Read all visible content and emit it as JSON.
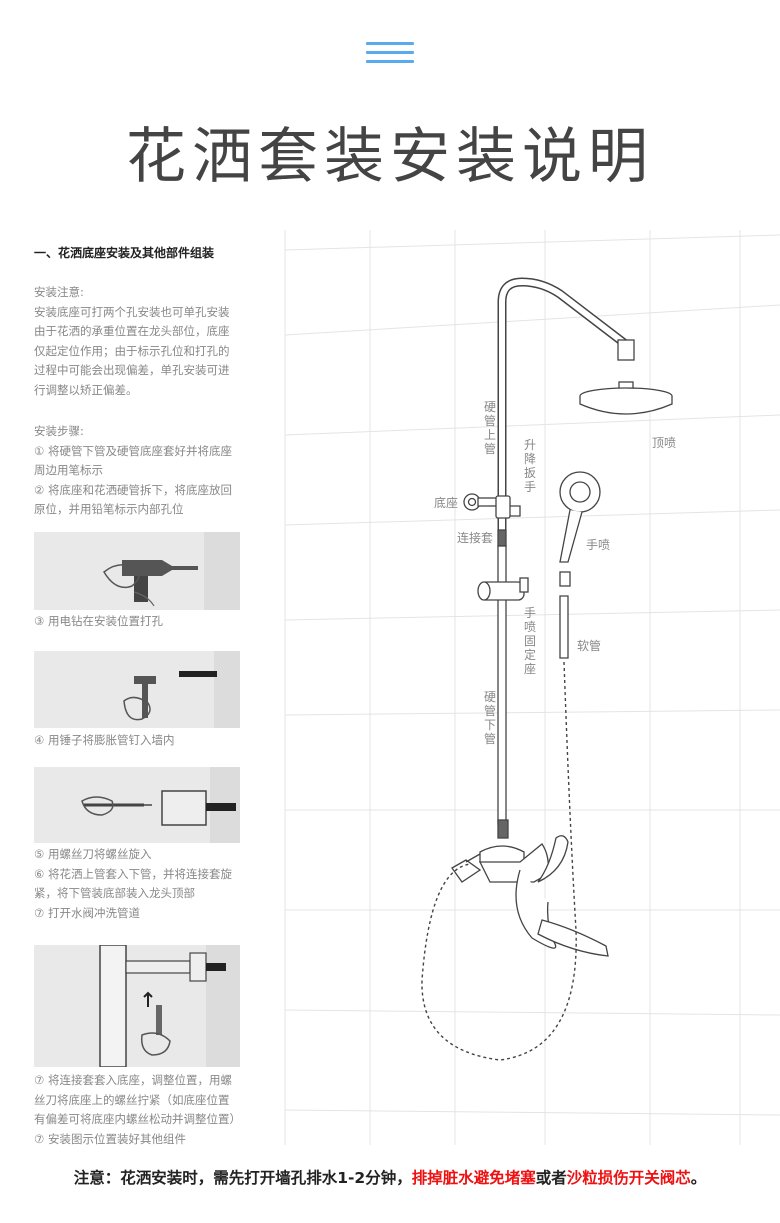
{
  "title": "花洒套装安装说明",
  "section": "一、花洒底座安装及其他部件组装",
  "notes": {
    "heading": "安装注意:",
    "lines": [
      "安装底座可打两个孔安装也可单孔安装",
      "由于花洒的承重位置在龙头部位，底座",
      "仅起定位作用；由于标示孔位和打孔的",
      "过程中可能会出现偏差，单孔安装可进",
      "行调整以矫正偏差。"
    ]
  },
  "steps": {
    "heading": "安装步骤:",
    "lines": [
      "① 将硬管下管及硬管底座套好并将底座",
      "周边用笔标示",
      "② 将底座和花洒硬管拆下，将底座放回",
      "原位，并用铅笔标示内部孔位"
    ]
  },
  "step3": "③ 用电钻在安装位置打孔",
  "step4": "④ 用锤子将膨胀管钉入墙内",
  "steps5to7": [
    "⑤ 用螺丝刀将螺丝旋入",
    "⑥ 将花洒上管套入下管，并将连接套旋",
    "紧，将下管装底部装入龙头顶部",
    "⑦ 打开水阀冲洗管道"
  ],
  "steps8": [
    "⑦ 将连接套套入底座，调整位置，用螺",
    "丝刀将底座上的螺丝拧紧（如底座位置",
    "有偏差可将底座内螺丝松动并调整位置）",
    "⑦ 安装图示位置装好其他组件"
  ],
  "labels": {
    "upper_pipe": "硬管上管",
    "lift_bar": "升降扳手",
    "top_spray": "顶喷",
    "base": "底座",
    "connector": "连接套",
    "hand_spray": "手喷",
    "holder": "手喷固定座",
    "hose": "软管",
    "lower_pipe": "硬管下管"
  },
  "notice": {
    "prefix": "注意：花洒安装时，需先打开墙孔排水1-2分钟，",
    "red1": "排掉脏水避免堵塞",
    "mid": "或者",
    "red2": "沙粒损伤开关阀芯",
    "end": "。"
  },
  "colors": {
    "accent": "#5aaaf0",
    "warning": "#ee1111"
  }
}
